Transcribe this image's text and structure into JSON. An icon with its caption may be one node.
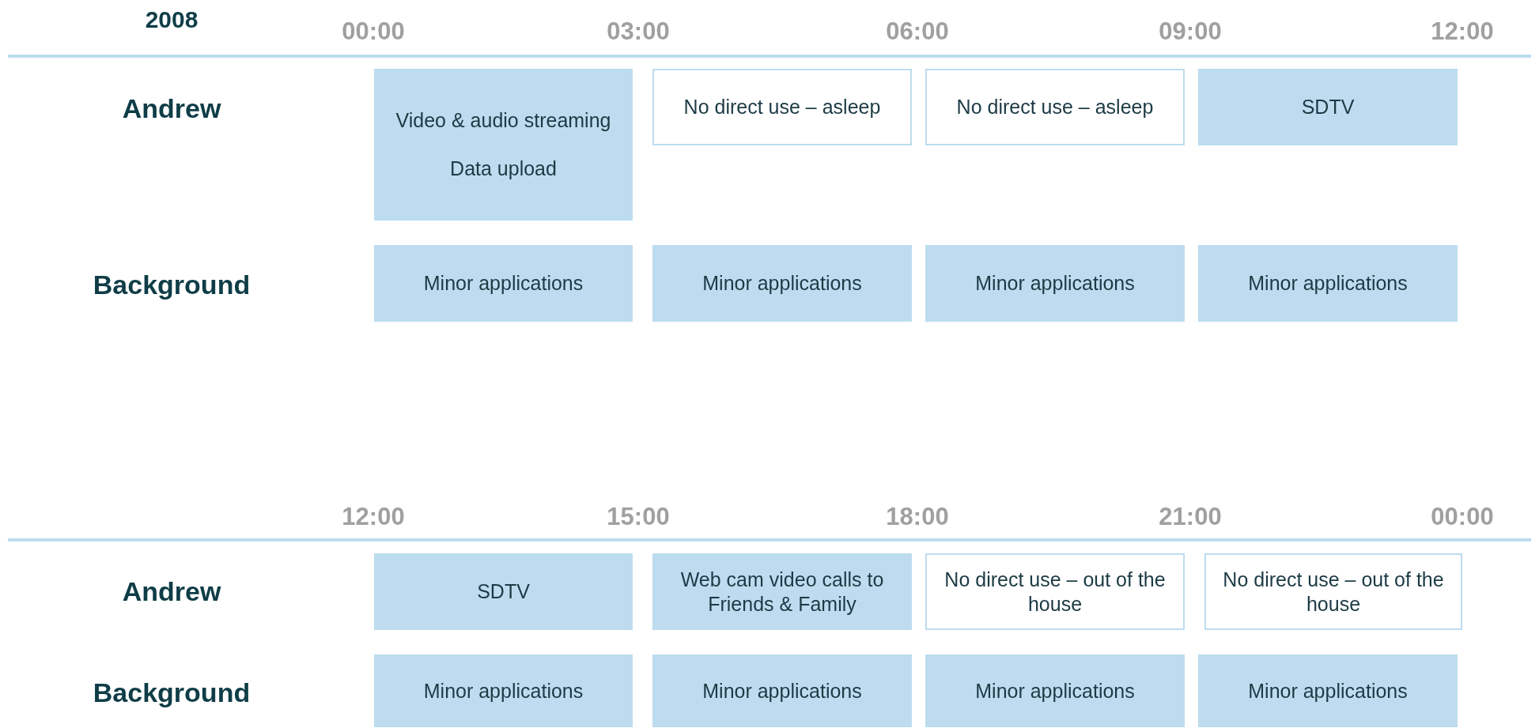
{
  "diagram": {
    "nodes": [
      {
        "text": [
          "Video & audio streaming",
          "Data upload"
        ]
      },
      {
        "text": [
          "No direct use – asleep"
        ]
      },
      {
        "text": [
          "No direct use – asleep"
        ]
      },
      {
        "text": [
          "SDTV"
        ]
      },
      {
        "text": [
          "Minor applications"
        ]
      },
      {
        "text": [
          "Minor applications"
        ]
      },
      {
        "text": [
          "Minor applications"
        ]
      },
      {
        "text": [
          "Minor applications"
        ]
      },
      {
        "text": [
          "SDTV"
        ]
      },
      {
        "text": [
          "Web cam video calls to Friends & Family"
        ]
      },
      {
        "text": [
          "No direct use – out of the house"
        ]
      },
      {
        "text": [
          "No direct use – out of the house"
        ]
      },
      {
        "text": [
          "Minor applications"
        ]
      },
      {
        "text": [
          "Minor applications"
        ]
      },
      {
        "text": [
          "Minor applications"
        ]
      },
      {
        "text": [
          "Minor applications"
        ]
      }
    ],
    "labels": [
      "2008",
      "00:00",
      "03:00",
      "06:00",
      "09:00",
      "12:00",
      "Andrew",
      "Background",
      "12:00",
      "15:00",
      "18:00",
      "21:00",
      "00:00",
      "Andrew",
      "Background"
    ]
  }
}
